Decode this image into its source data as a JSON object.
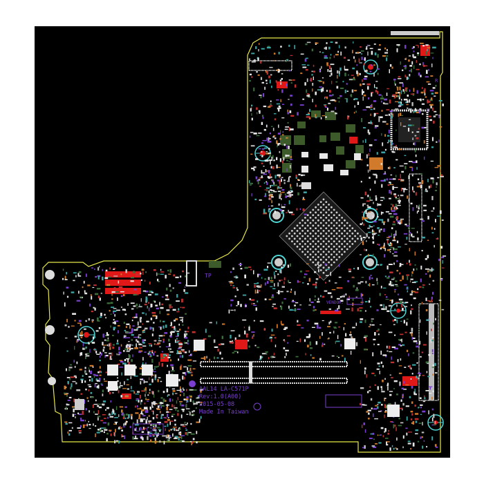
{
  "colors": {
    "background": "#000000",
    "outline": "#e8e84a",
    "silk": "#7a3fd0",
    "pad": "#f2f2f2",
    "red": "#e01818",
    "green": "#3c5a2a",
    "cyan": "#4fd6d6",
    "orange": "#d27a2c"
  },
  "silkscreen": {
    "board_line1": "AAL14 LA-C571P",
    "board_line2": "Rev:1.0(A00)",
    "board_date": "2015-05-08",
    "made_in": "Made In Taiwan",
    "board_label": "LA-C57",
    "vendor_label": "VENDOR:",
    "tp_label": "TP",
    "r_label": "R"
  }
}
